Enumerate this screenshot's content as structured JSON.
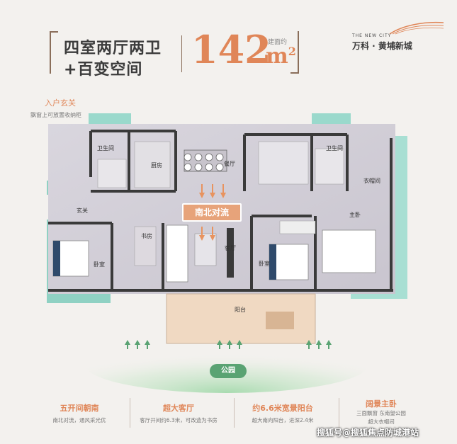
{
  "title": {
    "line1": "四室两厅两卫",
    "line2": "+百变空间"
  },
  "area": {
    "label": "建面约",
    "value": "142",
    "unit": "m",
    "unit_sup": "2"
  },
  "brand": {
    "en": "THE NEW CITY",
    "cn": "万科 · 黄埔新城"
  },
  "entry": {
    "title": "入户玄关",
    "desc": "飘窗上可放置收纳柜"
  },
  "rooms": {
    "bath1": "卫生间",
    "kitchen": "厨房",
    "dining": "餐厅",
    "bath2": "卫生间",
    "closet": "衣帽间",
    "foyer": "玄关",
    "study": "书房",
    "living": "客厅",
    "bed1": "卧室",
    "bed2": "卧室",
    "master": "主卧",
    "balcony": "阳台"
  },
  "flow_label": "南北对流",
  "park_label": "公园",
  "features": [
    {
      "title": "五开间朝南",
      "desc": "南北对流，通风采光优"
    },
    {
      "title": "超大客厅",
      "desc": "客厅开间约6.3米，可改造为书房"
    },
    {
      "title": "约6.6米宽景阳台",
      "desc": "超大南向阳台，进深2.4米"
    },
    {
      "title": "阔景主卧",
      "desc1": "三面飘窗 东南望公园",
      "desc2": "超大衣帽间"
    }
  ],
  "watermark": "搜狐号@搜狐焦点防城港站",
  "colors": {
    "accent": "#e08658",
    "teal": "#6cc5b4",
    "green": "#5aa373"
  }
}
